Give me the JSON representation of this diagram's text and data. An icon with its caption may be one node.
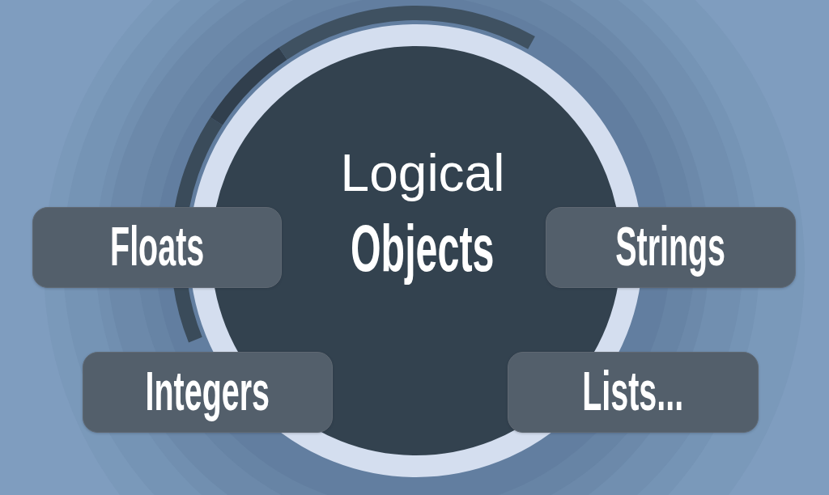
{
  "diagram": {
    "nodes": [
      {
        "text": [
          "Logical **Objects**"
        ]
      },
      {
        "text": [
          "Floats"
        ]
      },
      {
        "text": [
          "Strings"
        ]
      },
      {
        "text": [
          "Integers"
        ]
      },
      {
        "text": [
          "Lists..."
        ]
      }
    ]
  }
}
